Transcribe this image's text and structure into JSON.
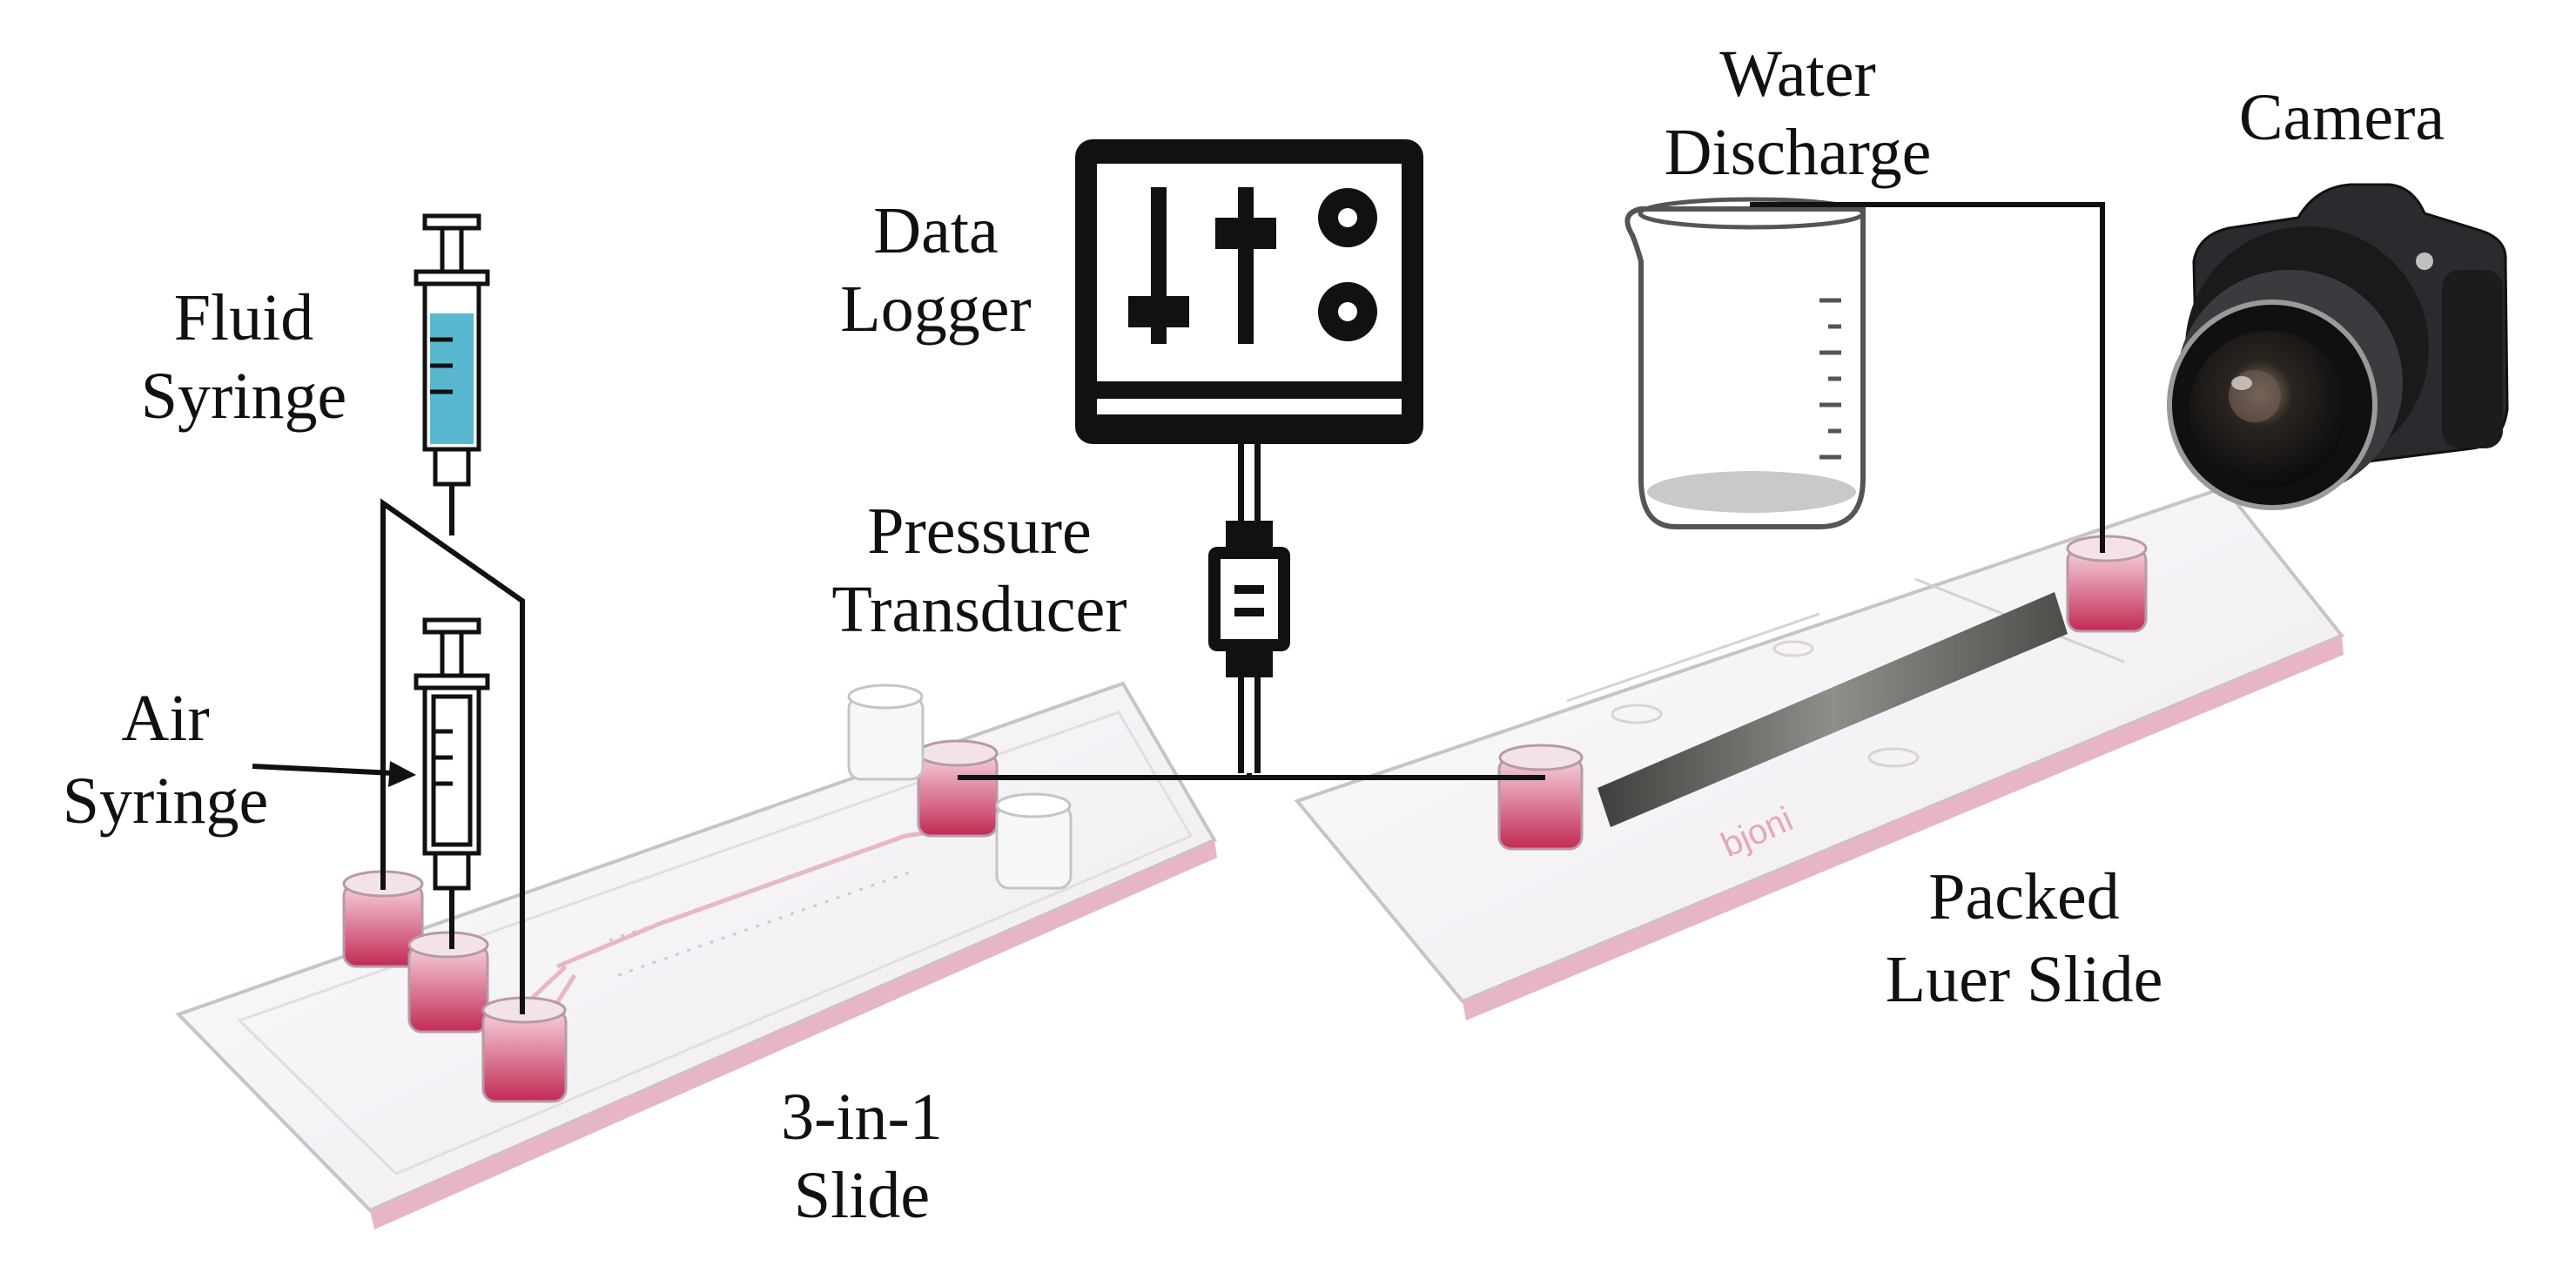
{
  "labels": {
    "fluid_syringe": [
      "Fluid",
      "Syringe"
    ],
    "air_syringe": [
      "Air",
      "Syringe"
    ],
    "data_logger": [
      "Data",
      "Logger"
    ],
    "pressure_transducer": [
      "Pressure",
      "Transducer"
    ],
    "water_discharge": [
      "Water",
      "Discharge"
    ],
    "camera": "Camera",
    "three_in_one_slide": [
      "3-in-1",
      "Slide"
    ],
    "packed_luer_slide": [
      "Packed",
      "Luer Slide"
    ],
    "slide_logo": "bjoni"
  },
  "colors": {
    "line": "#111111",
    "reservoir_red": "#c8305a",
    "reservoir_pink": "#e58aa4",
    "fluid_blue": "#59b7cf",
    "slide_glass": "#f6f4f7",
    "slide_edge": "#d9a9ba",
    "packing": "#6f716c",
    "camera_body": "#2a2b2e"
  },
  "icons": [
    "syringe-icon",
    "monitor-icon",
    "transducer-icon",
    "beaker-icon",
    "camera-icon"
  ]
}
